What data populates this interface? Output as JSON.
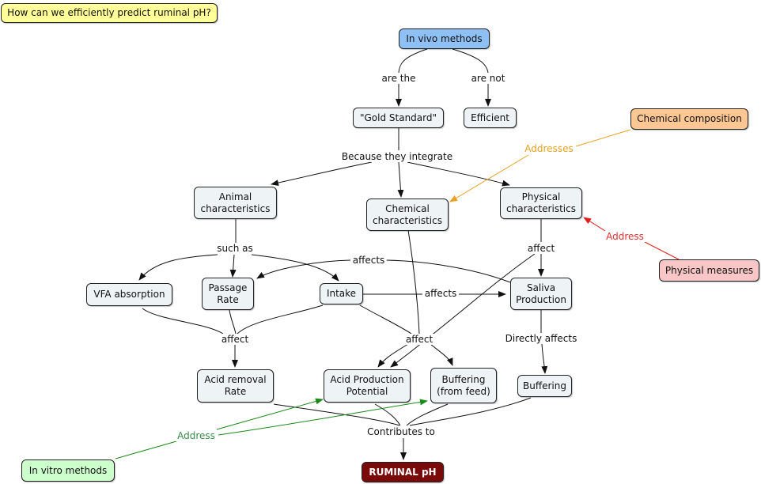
{
  "colors": {
    "node_default": "#eef3f6",
    "question": "#ffff99",
    "in_vivo": "#8ec0f5",
    "chemical_composition": "#fdc794",
    "physical_measures": "#f8c6c6",
    "in_vitro": "#ccffcc",
    "ruminal_ph": "#7a0a0a",
    "link_black": "#111111",
    "link_orange": "#e8a020",
    "link_red": "#e02020",
    "link_green": "#1a8a1a"
  },
  "nodes": {
    "question": "How can we efficiently predict ruminal pH?",
    "in_vivo": "In vivo methods",
    "gold_standard": "\"Gold Standard\"",
    "efficient": "Efficient",
    "chemical_composition": "Chemical composition",
    "animal_characteristics": "Animal\ncharacteristics",
    "chemical_characteristics": "Chemical\ncharacteristics",
    "physical_characteristics": "Physical\ncharacteristics",
    "physical_measures": "Physical measures",
    "vfa_absorption": "VFA absorption",
    "passage_rate": "Passage\nRate",
    "intake": "Intake",
    "saliva_production": "Saliva\nProduction",
    "acid_removal_rate": "Acid removal\nRate",
    "acid_production_potential": "Acid Production\nPotential",
    "buffering_feed": "Buffering\n(from feed)",
    "buffering": "Buffering",
    "in_vitro": "In vitro methods",
    "ruminal_ph": "RUMINAL pH"
  },
  "links": {
    "are_the": "are the",
    "are_not": "are not",
    "because_they_integrate": "Because they integrate",
    "addresses": "Addresses",
    "address_red": "Address",
    "such_as": "such as",
    "affects_top": "affects",
    "affect_physical": "affect",
    "affects_mid": "affects",
    "affect_left": "affect",
    "affect_mid": "affect",
    "directly_affects": "Directly affects",
    "address_green": "Address",
    "contributes_to": "Contributes to"
  }
}
